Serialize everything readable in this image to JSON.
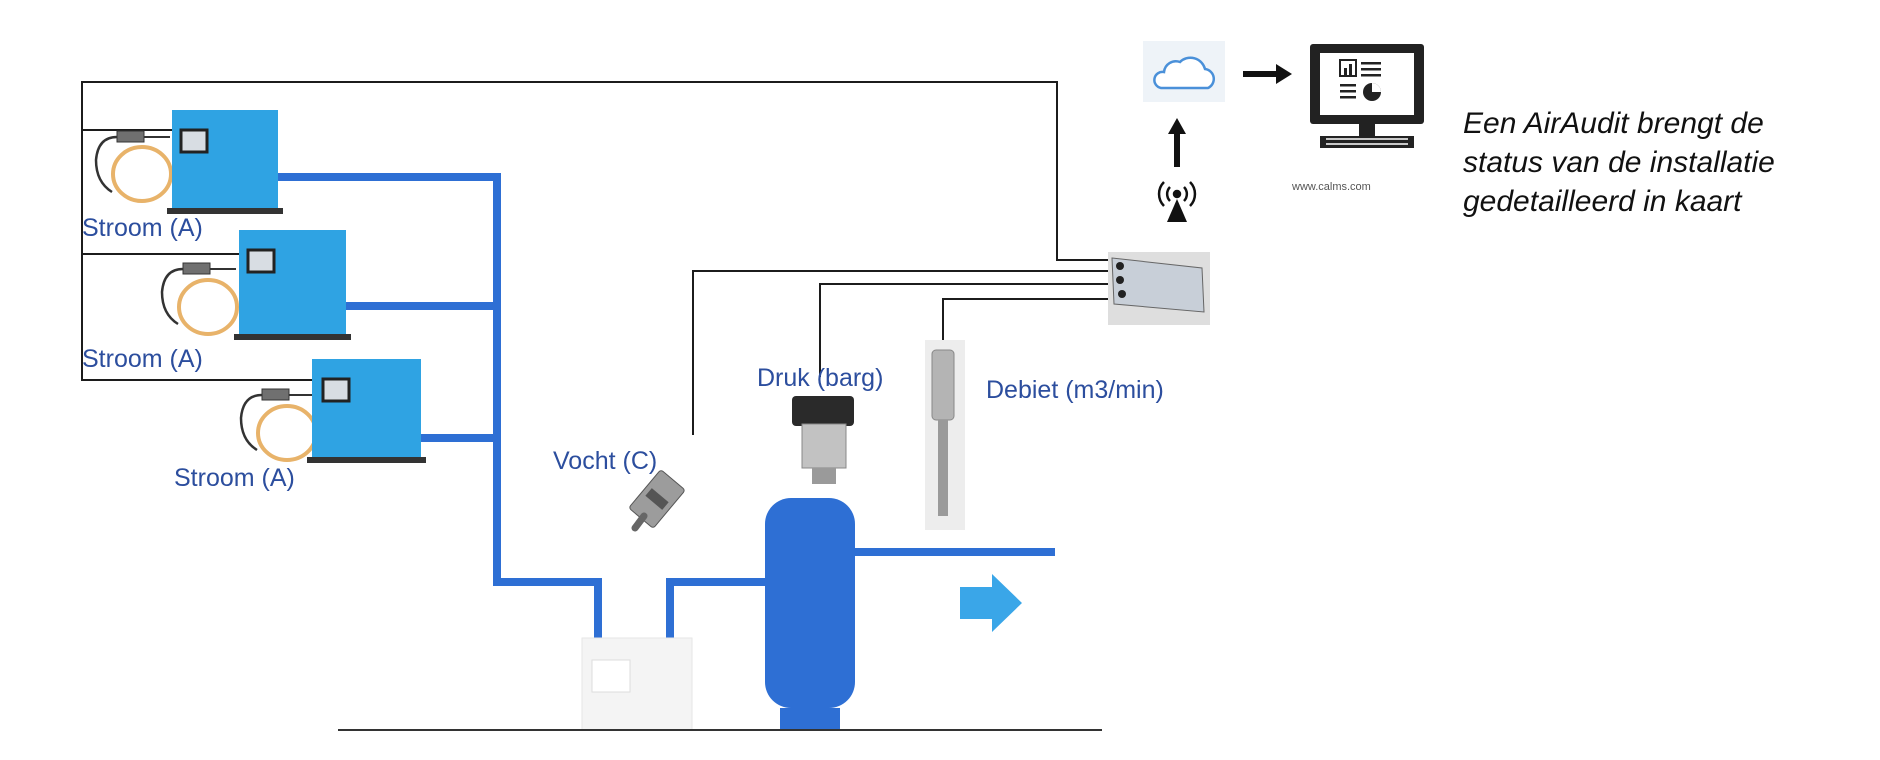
{
  "labels": {
    "stroom_1": "Stroom (A)",
    "stroom_2": "Stroom (A)",
    "stroom_3": "Stroom (A)",
    "vocht": "Vocht (C)",
    "druk": "Druk (barg)",
    "debiet": "Debiet (m3/min)"
  },
  "website": "www.calms.com",
  "caption_lines": [
    "Een AirAudit brengt de",
    "status van de installatie",
    "gedetailleerd in kaart"
  ],
  "colors": {
    "pipe": "#2e6fd4",
    "compressor": "#2fa3e3",
    "label_text": "#2c4e9e",
    "flow_arrow": "#3aa6e8"
  },
  "icons": [
    "cloud-icon",
    "arrow-right-icon",
    "computer-monitor-icon",
    "arrow-up-icon",
    "wireless-antenna-icon"
  ]
}
